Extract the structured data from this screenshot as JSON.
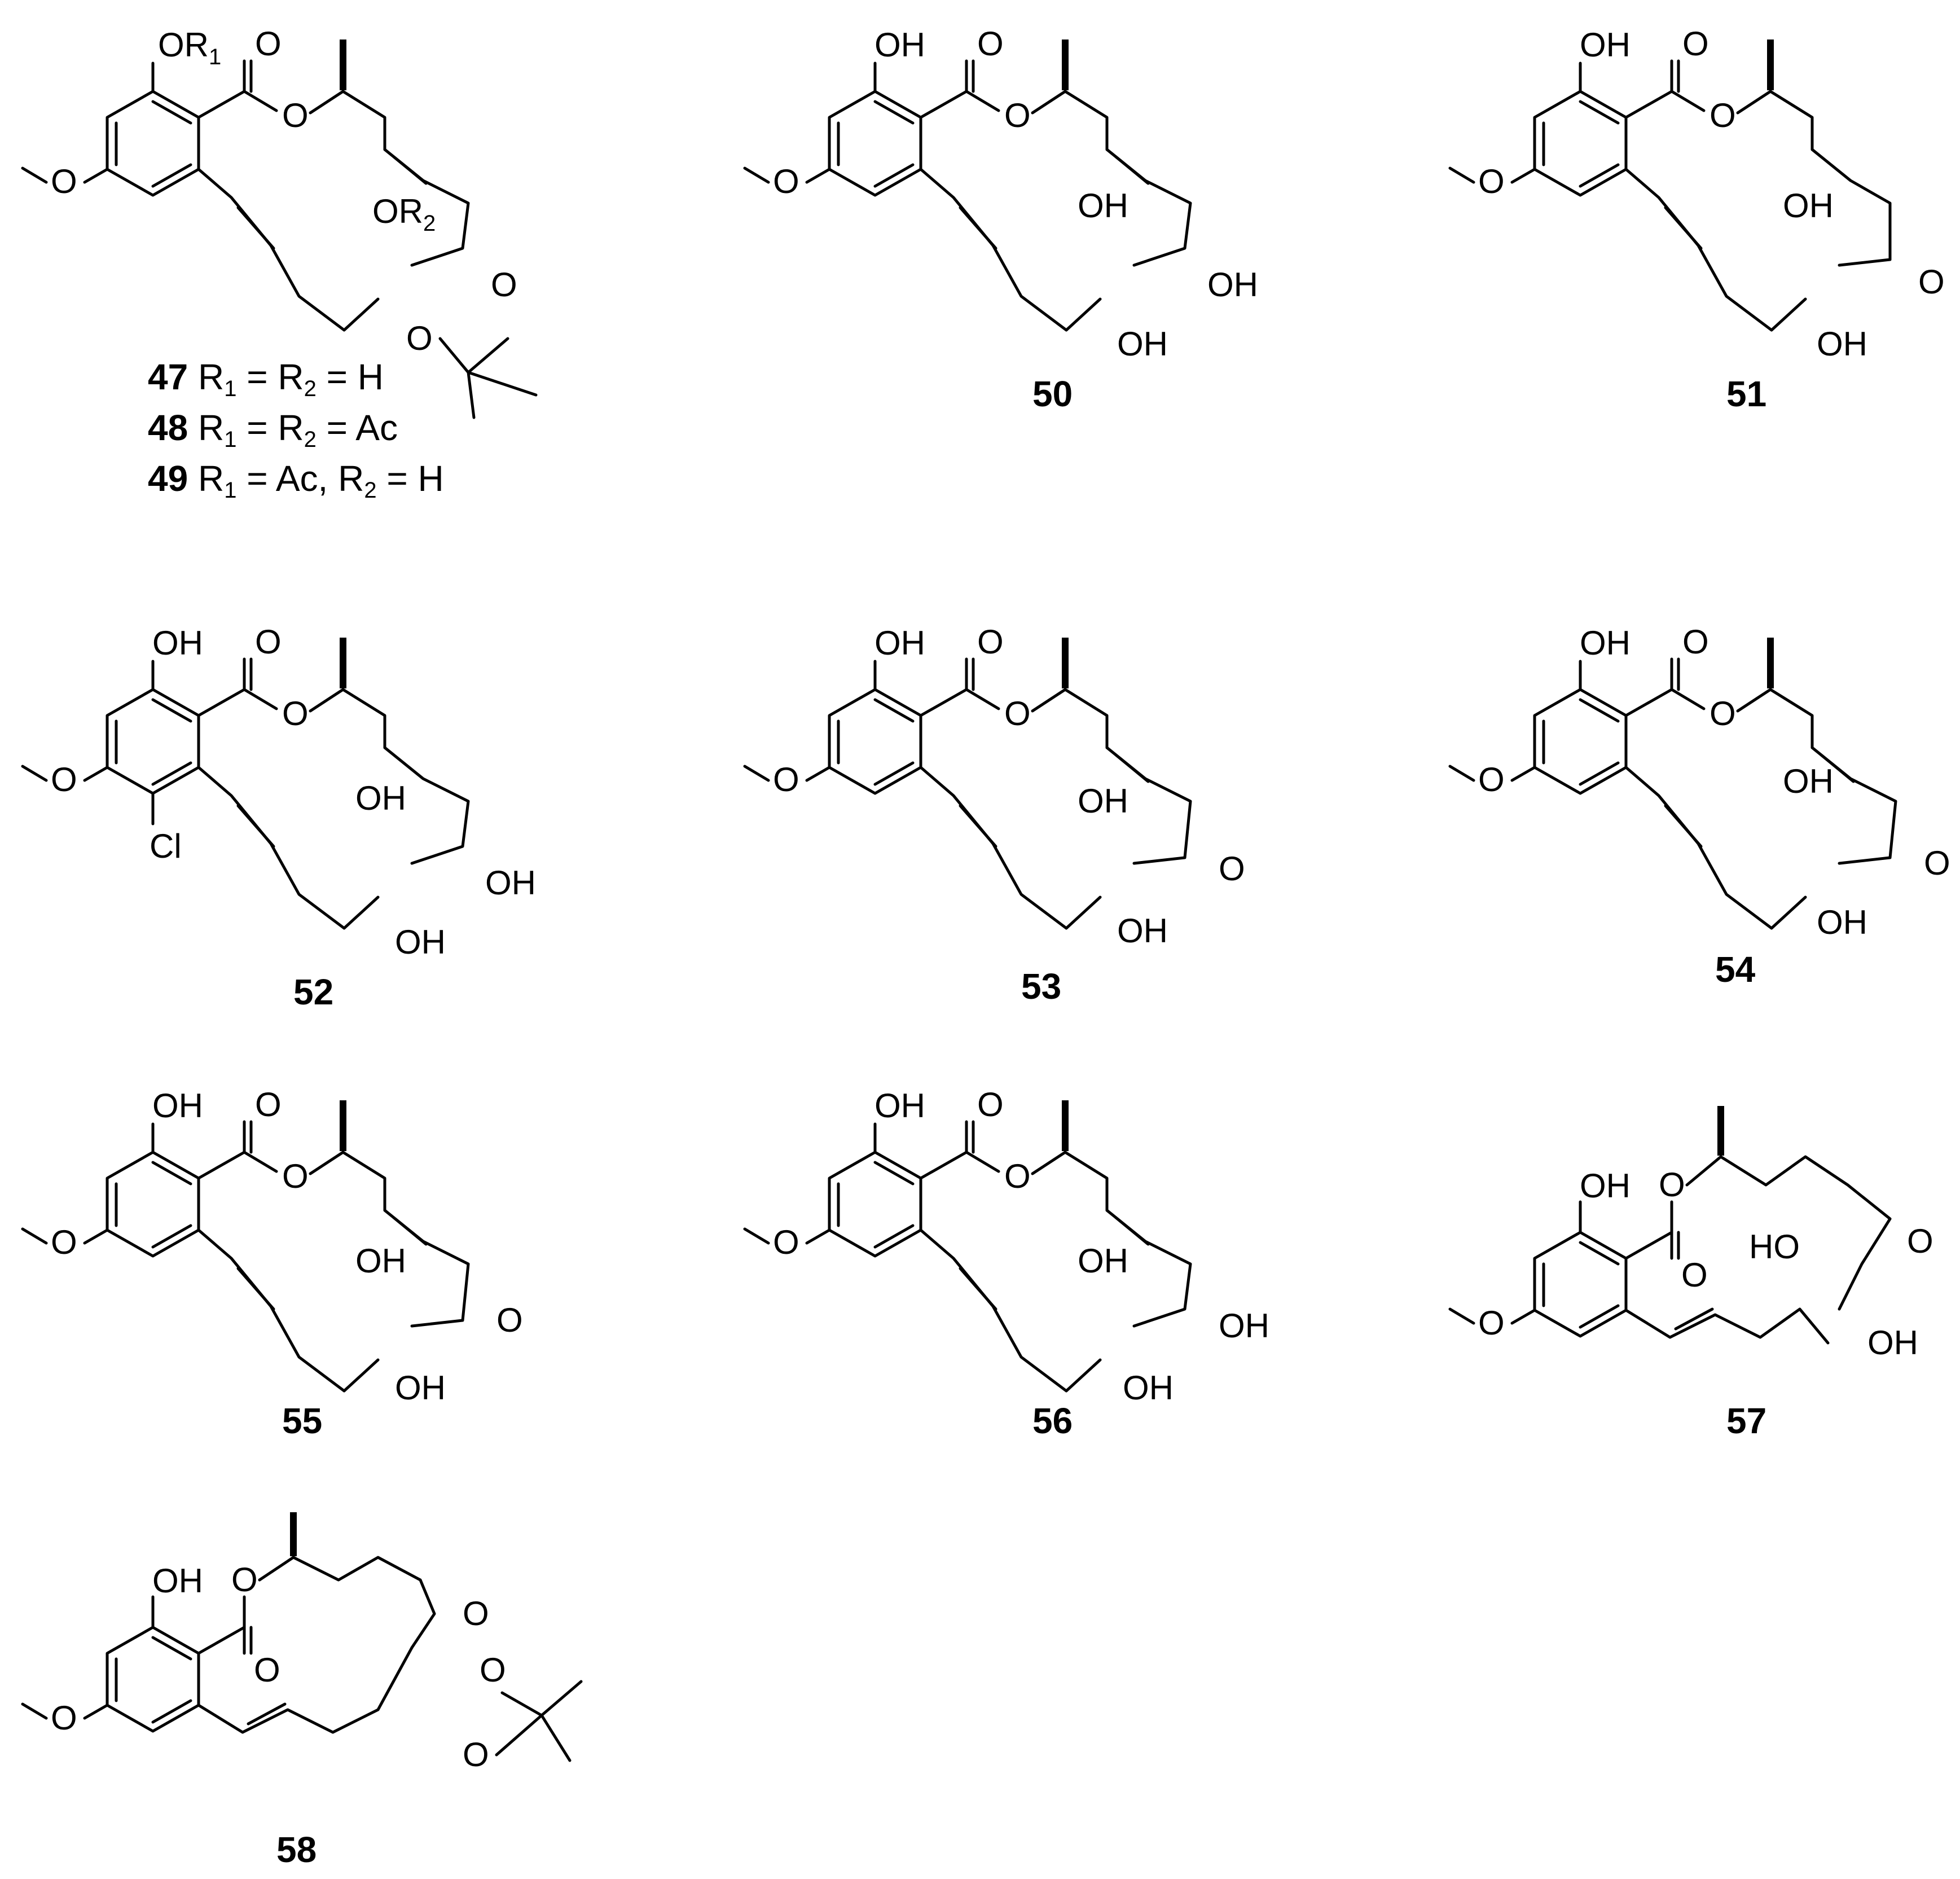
{
  "figure": {
    "compounds": [
      {
        "id": "47"
      },
      {
        "id": "48"
      },
      {
        "id": "49"
      },
      {
        "id": "50"
      },
      {
        "id": "51"
      },
      {
        "id": "52"
      },
      {
        "id": "53"
      },
      {
        "id": "54"
      },
      {
        "id": "55"
      },
      {
        "id": "56"
      },
      {
        "id": "57"
      },
      {
        "id": "58"
      }
    ],
    "legend_47_49": [
      {
        "id": "47",
        "text_a": "R",
        "sub_a": "1",
        "text_b": " = R",
        "sub_b": "2",
        "text_c": " = H"
      },
      {
        "id": "48",
        "text_a": "R",
        "sub_a": "1",
        "text_b": " = R",
        "sub_b": "2",
        "text_c": " = Ac"
      },
      {
        "id": "49",
        "text_a": "R",
        "sub_a": "1",
        "text_b": " = Ac, R",
        "sub_b": "2",
        "text_c": " = H"
      }
    ],
    "atoms": {
      "hydroxyl": "OH",
      "hydroxyl_reversed": "HO",
      "oxygen": "O",
      "chlorine": "Cl",
      "or_prefix": "OR",
      "r1_sub": "1",
      "r2_sub": "2"
    }
  }
}
